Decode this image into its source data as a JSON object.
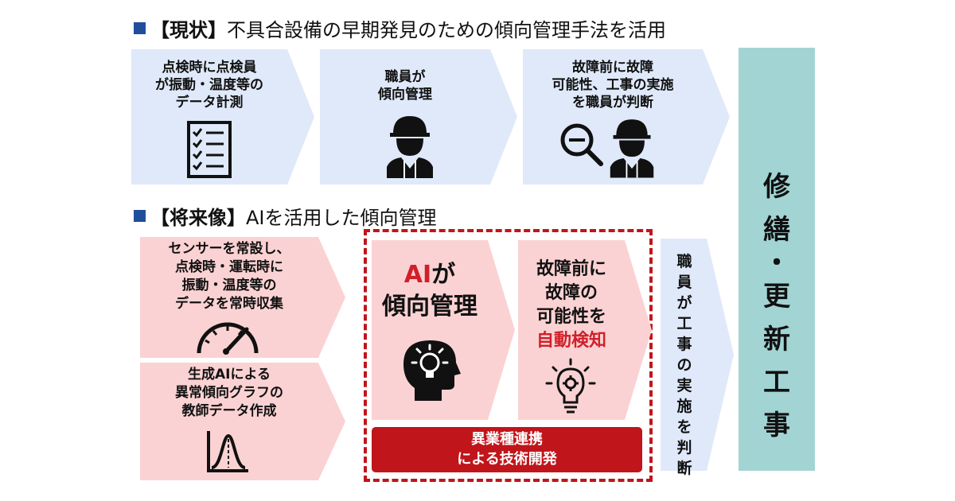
{
  "current": {
    "heading_bracket": "【現状】",
    "heading_text": "不具合設備の早期発見のための傾向管理手法を活用",
    "boxes": [
      {
        "lines": [
          "点検時に点検員",
          "が振動・温度等の",
          "データ計測"
        ],
        "icon": "checklist-icon"
      },
      {
        "lines": [
          "職員が",
          "傾向管理"
        ],
        "icon": "worker-icon"
      },
      {
        "lines": [
          "故障前に故障",
          "可能性、工事の実施",
          "を職員が判断"
        ],
        "icon": "magnifier-worker-icon"
      }
    ]
  },
  "future": {
    "heading_bracket": "【将来像】",
    "heading_text": "AIを活用した傾向管理",
    "box1_lines": [
      "センサーを常設し、",
      "点検時・運転時に",
      "振動・温度等の",
      "データを常時収集"
    ],
    "box2_lines": [
      "生成AIによる",
      "異常傾向グラフの",
      "教師データ作成"
    ],
    "ai_box": {
      "accent": "AI",
      "line1_rest": "が",
      "line2": "傾向管理"
    },
    "detect_box": {
      "lines": [
        "故障前に",
        "故障の",
        "可能性を"
      ],
      "accent": "自動検知"
    },
    "collab": [
      "異業種連携",
      "による技術開発"
    ],
    "staff_vertical": "職員が工事の実施を判断"
  },
  "result": {
    "lines": [
      "修",
      "繕",
      "・",
      "更",
      "新",
      "工",
      "事"
    ]
  },
  "colors": {
    "blue_box": "#dfe9f9",
    "pink_box": "#fbd2d3",
    "accent_red": "#d0202a",
    "bar_red": "#c0151b",
    "teal": "#a3d4d4",
    "navy": "#1f4e9c"
  }
}
